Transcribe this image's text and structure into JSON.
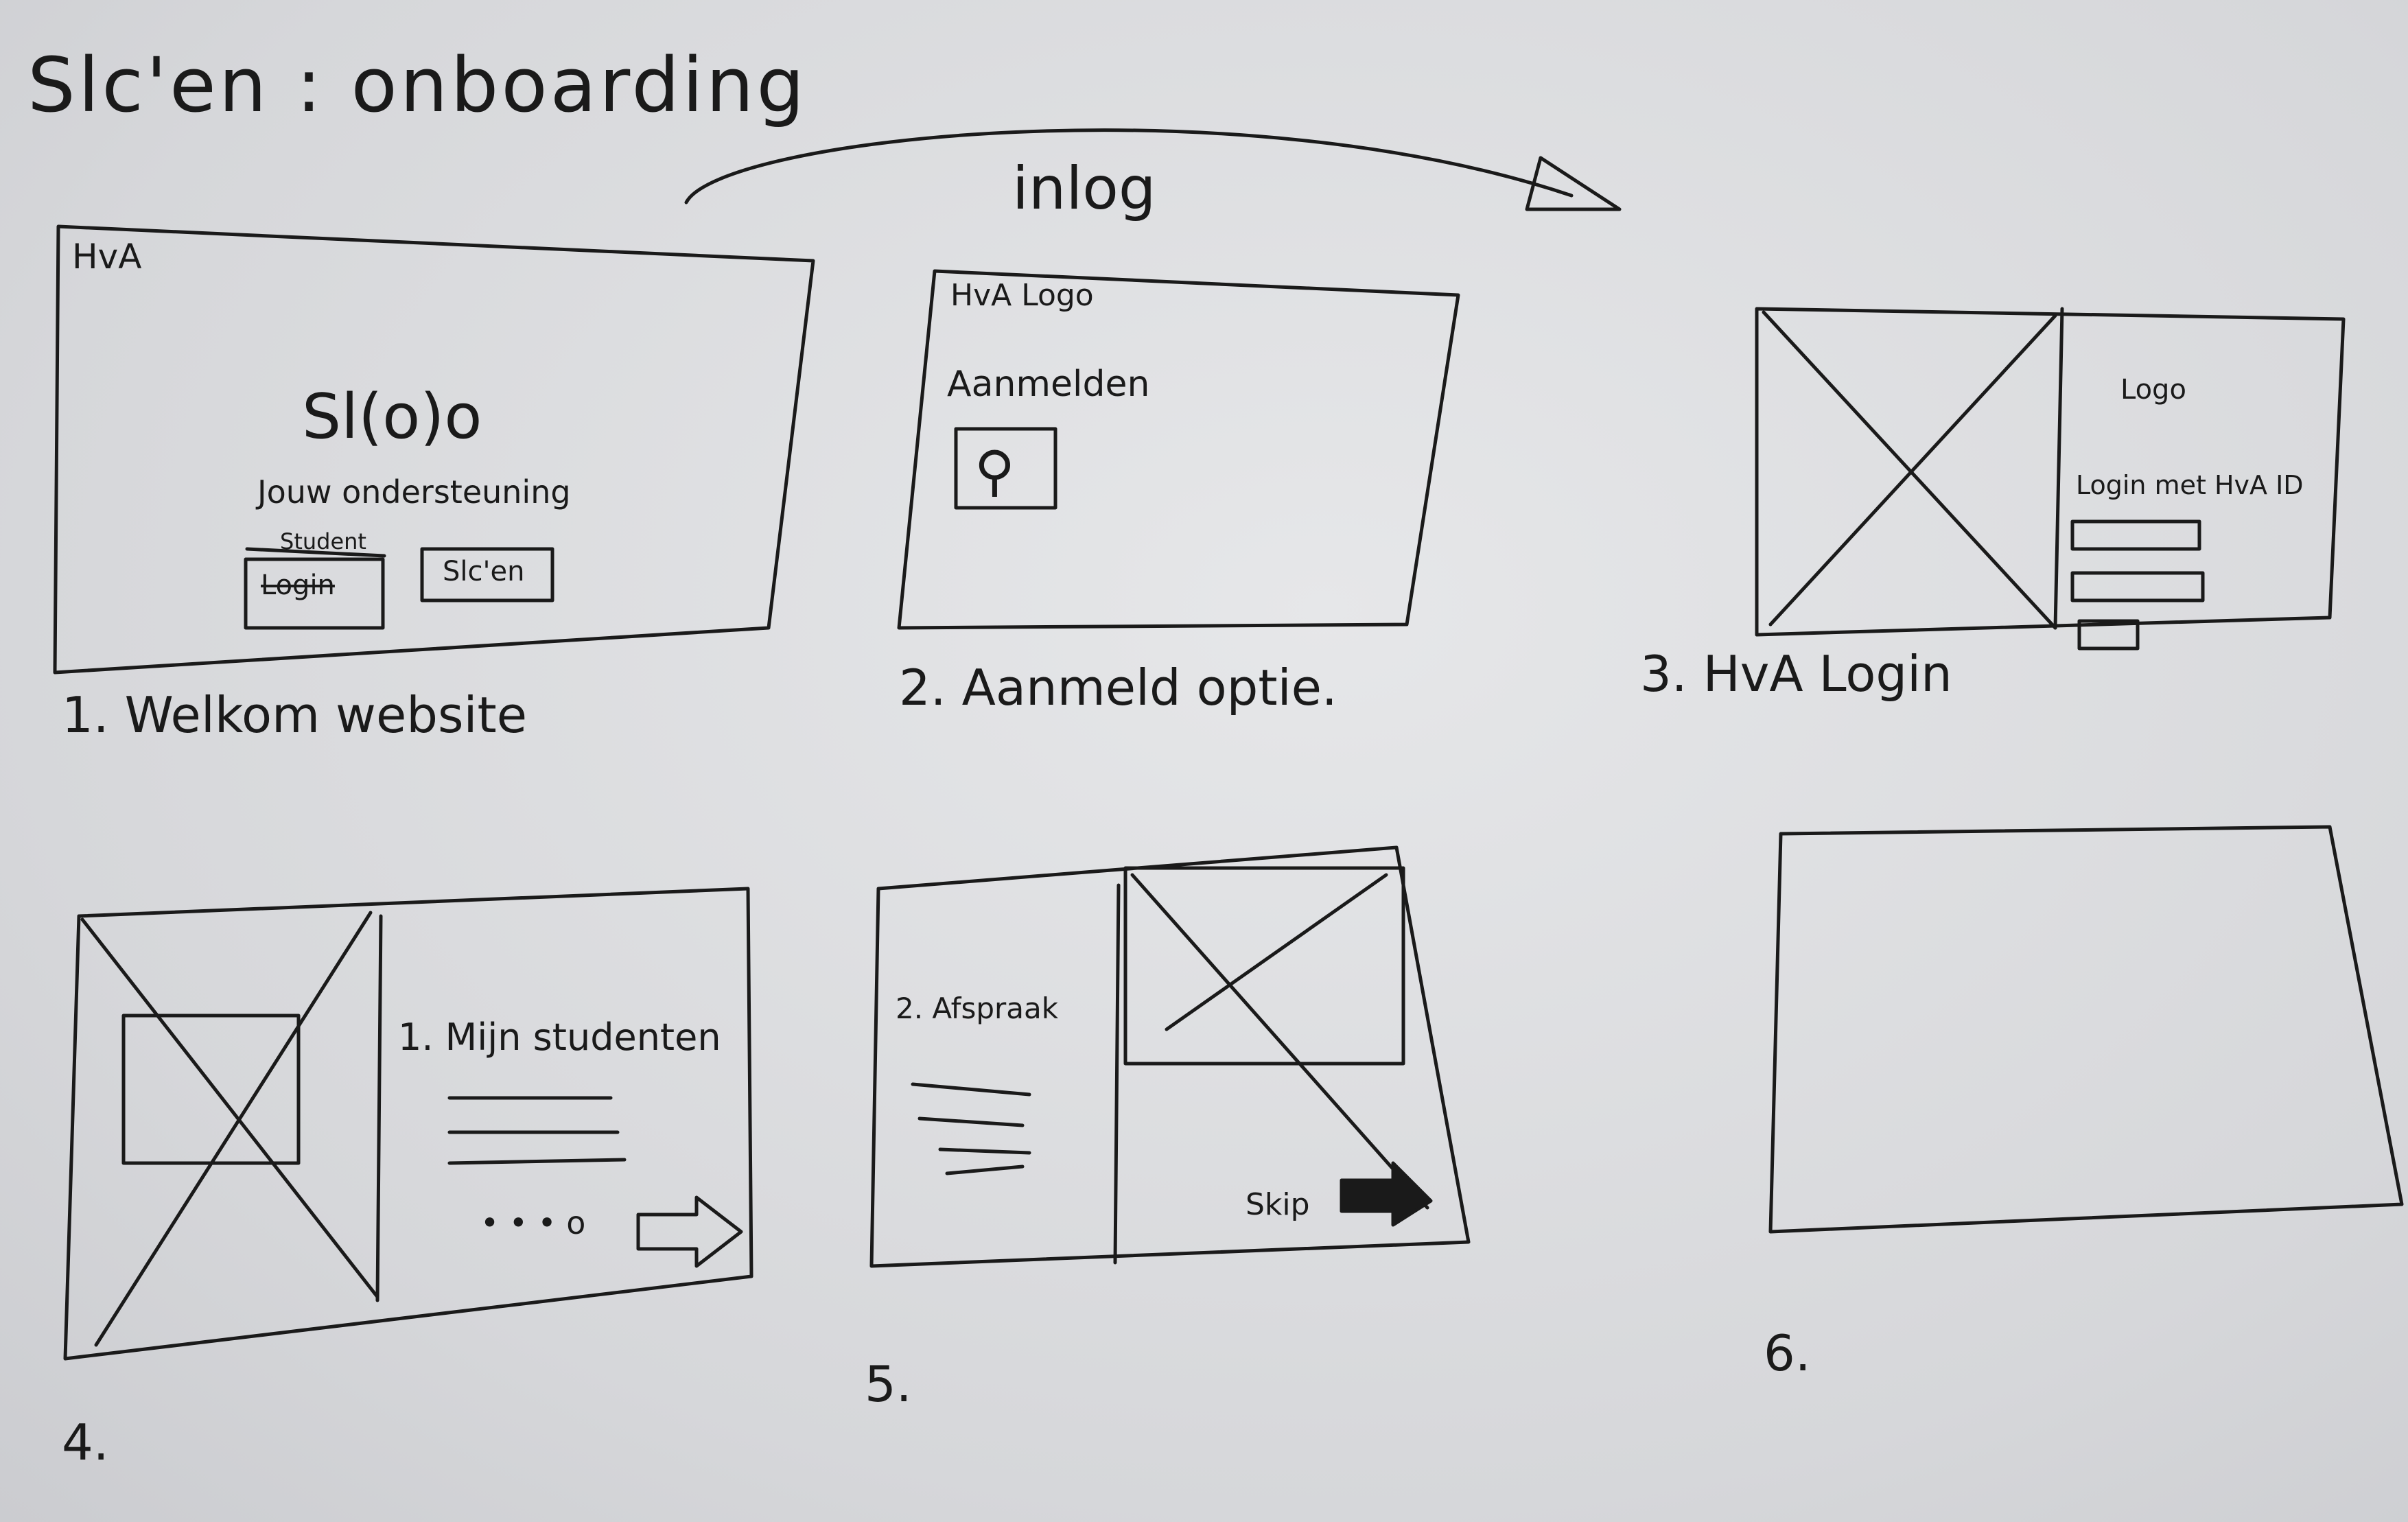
{
  "title": "Slc'en : onboarding",
  "flow_label": "inlog",
  "frames": [
    {
      "caption": "1. Welkom website",
      "header": "HvA",
      "logo": "Sl(o)o",
      "tagline": "Jouw ondersteuning",
      "buttons": [
        "Login",
        "Slc'en"
      ],
      "crossed_word": "Student"
    },
    {
      "caption": "2. Aanmeld optie.",
      "header": "HvA Logo",
      "action": "Aanmelden"
    },
    {
      "caption": "3. HvA Login",
      "logo": "Logo",
      "login_label": "Login met HvA ID"
    },
    {
      "caption": "4.",
      "heading": "1. Mijn studenten",
      "pager": "• • • o"
    },
    {
      "caption": "5.",
      "heading": "2. Afspraak",
      "skip": "Skip"
    },
    {
      "caption": "6."
    }
  ]
}
